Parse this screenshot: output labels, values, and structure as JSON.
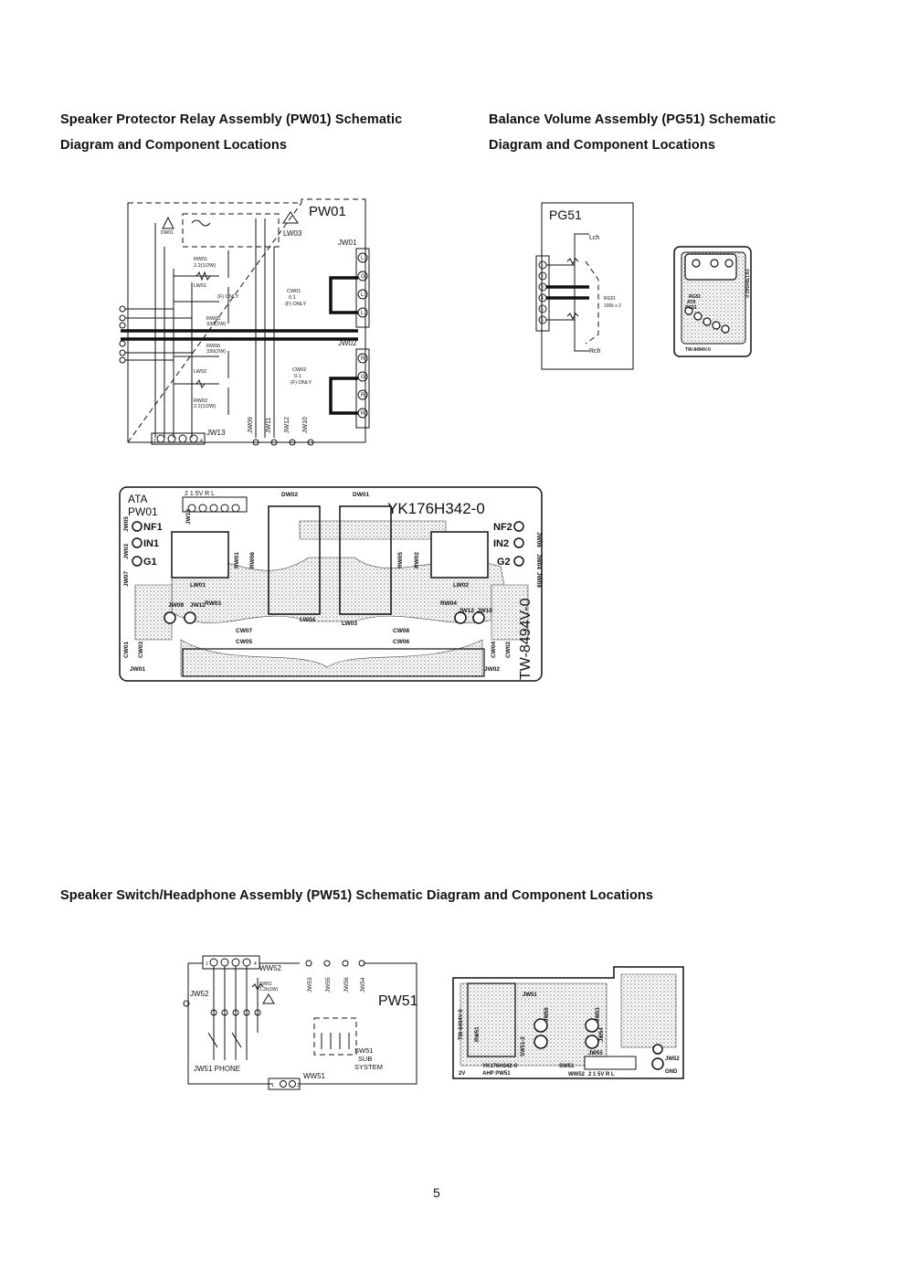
{
  "headings": {
    "pw01": [
      "Speaker Protector Relay Assembly (PW01) Schematic",
      "Diagram and Component Locations"
    ],
    "pg51": [
      "Balance Volume Assembly (PG51) Schematic",
      "Diagram and Component Locations"
    ],
    "pw51": "Speaker Switch/Headphone Assembly (PW51) Schematic Diagram and Component Locations"
  },
  "pw01_schematic": {
    "title": "PW01",
    "labels": {
      "dw01": "DW01",
      "lw03": "LW03",
      "jw01": "JW01",
      "jw02": "JW02",
      "jw13": "JW13",
      "jw09": "JW09",
      "jw11": "JW11",
      "jw12": "JW12",
      "jw10": "JW10",
      "rw01": "RW01",
      "rw01_val": "2.2(1/2W)",
      "lw01": "LW01",
      "lw02": "LW02",
      "f_only": "(F) ONLY",
      "rw05": "RW05",
      "rw05_val": "330(2W)",
      "rw06": "RW06",
      "rw06_val": "330(2W)",
      "rw02": "RW02",
      "rw02_val": "2.2(1/2W)",
      "cw01": "CW01",
      "cw01_val": "0.1",
      "cw02": "CW02",
      "cw02_val": "0.1",
      "pin1": "1",
      "pin4": "4"
    },
    "jw01_pins": [
      "L",
      "G",
      "L",
      "L"
    ],
    "jw02_pins": [
      "R",
      "G",
      "R",
      "R"
    ]
  },
  "pw01_board": {
    "ata": "ATA",
    "pw01": "PW01",
    "part_no": "YK176H342-0",
    "board_no": "TW-8494V-0",
    "connector": "2 1 5V R L",
    "labels": {
      "nf1": "NF1",
      "in1": "IN1",
      "g1": "G1",
      "nf2": "NF2",
      "in2": "IN2",
      "g2": "G2",
      "dw02": "DW02",
      "dw01": "DW01",
      "lw01": "LW01",
      "lw02": "LW02",
      "lw03": "LW03",
      "lw04": "LW04",
      "rw01": "RW01",
      "rw02": "RW02",
      "rw03": "RW03",
      "rw04": "RW04",
      "rw05": "RW05",
      "rw06": "RW06",
      "jw09": "JW09",
      "jw11": "JW11",
      "jw12": "JW12",
      "jw10": "JW10",
      "jw13": "JW13",
      "jw05": "JW05",
      "jw03": "JW03",
      "jw07": "JW07",
      "jw06": "JW06",
      "jw04": "JW04",
      "jw08": "JW08",
      "jw01": "JW01",
      "jw02": "JW02",
      "cw01": "CW01",
      "cw02": "CW02",
      "cw03": "CW03",
      "cw04": "CW04",
      "cw05": "CW05",
      "cw06": "CW06",
      "cw07": "CW07",
      "cw08": "CW08"
    }
  },
  "pg51_schematic": {
    "title": "PG51",
    "lch": "Lch",
    "rch": "Rch",
    "rg51": "RG51",
    "rg51_val": "100k x 2",
    "pins": [
      "1",
      "2",
      "3",
      "4",
      "5",
      "6"
    ]
  },
  "pg51_board": {
    "part_no": "YK176H342-0",
    "board_no": "TW-8494V-0",
    "pg51": "PG51",
    "rg51": "RG51",
    "ata": "ATA"
  },
  "pw51_schematic": {
    "title": "PW51",
    "ww52": "WW52",
    "jw52": "JW52",
    "rw51": "RW51",
    "rw51_val": "1.2k(1W)",
    "jw51_phone": "JW51 PHONE",
    "ww51": "WW51",
    "sw51": "SW51",
    "sub": "SUB",
    "system": "SYSTEM",
    "jw53": "JW53",
    "jw55": "JW55",
    "jw56": "JW56",
    "jw54": "JW54",
    "pin1": "1",
    "pin2": "2",
    "pin4": "4"
  },
  "pw51_board": {
    "board_no": "TW-8494V-0",
    "part_no": "YK176H342-0",
    "ahp_pw51": "AHP PW51",
    "sw51": "SW51",
    "ww52": "WW52",
    "connector": "2 1 5V R L",
    "jw52": "JW52",
    "gnd": "GND",
    "jw51": "JW51",
    "jw53": "JW53",
    "jw54": "JW54",
    "jw55": "JW55",
    "jw56": "JW56",
    "rw51": "RW51",
    "v2": "2V",
    "sw51_2": "SW51-2"
  },
  "page_number": "5"
}
